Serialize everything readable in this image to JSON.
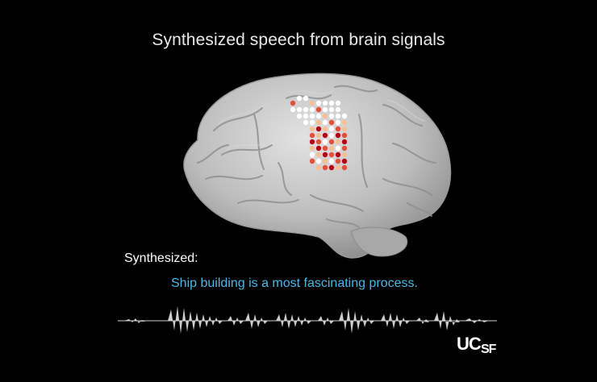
{
  "title": "Synthesized speech from brain signals",
  "synth_label": "Synthesized:",
  "sentence": "Ship building is a most fascinating process.",
  "logo_text": "UCSF",
  "colors": {
    "background": "#000000",
    "title": "#e9e9e9",
    "label": "#ffffff",
    "sentence": "#4ab8e6",
    "brain": "#c9c9c9",
    "electrode_high": "#b3001b",
    "electrode_mid": "#e0503a",
    "electrode_low": "#f2c19c",
    "electrode_none": "#ffffff"
  },
  "icons": [
    "brain-image",
    "electrode-grid",
    "speech-waveform",
    "ucsf-logo"
  ]
}
